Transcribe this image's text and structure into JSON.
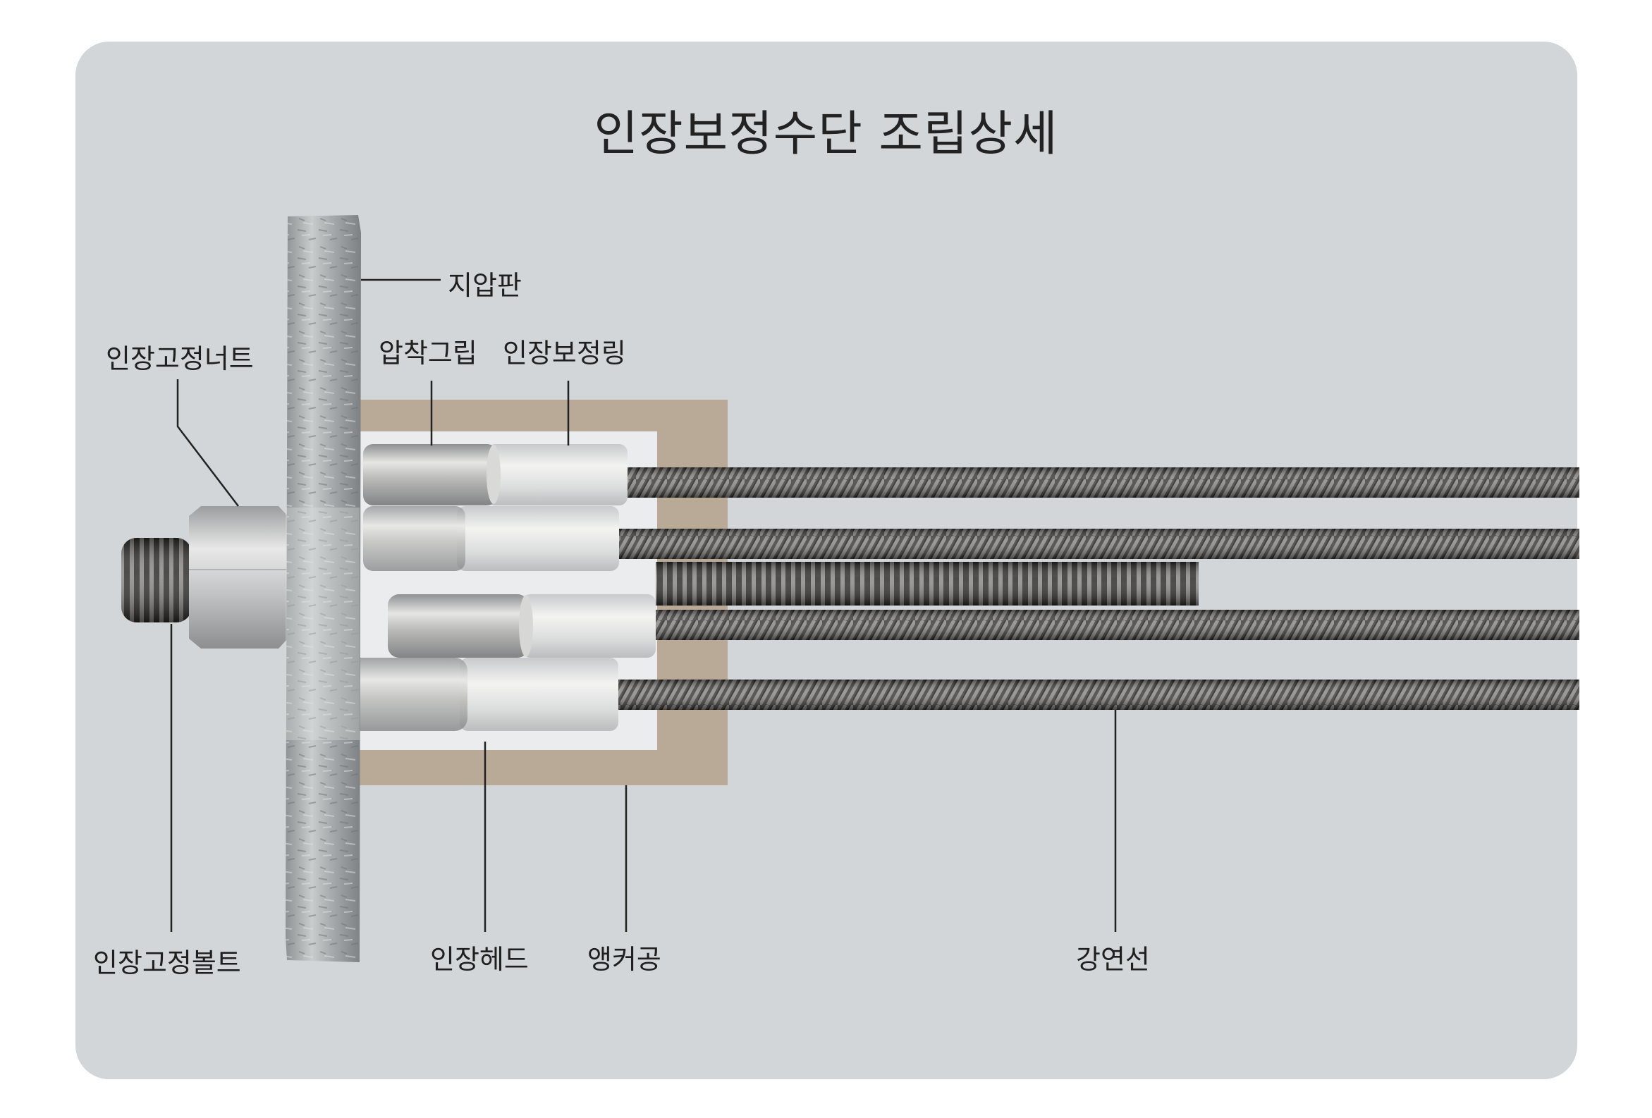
{
  "title": "인장보정수단 조립상세",
  "labels": {
    "pressure_plate": "지압판",
    "fixing_nut": "인장고정너트",
    "compression_grip": "압착그립",
    "correction_ring": "인장보정링",
    "fixing_bolt": "인장고정볼트",
    "tension_head": "인장헤드",
    "anchor_hole": "앵커공",
    "strand": "강연선"
  }
}
